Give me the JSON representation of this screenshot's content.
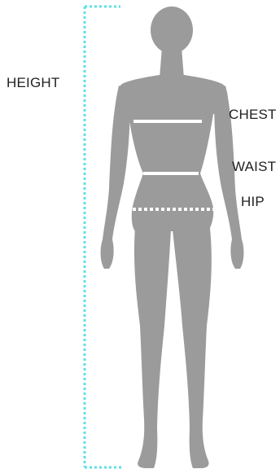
{
  "labels": {
    "height": "HEIGHT",
    "chest": "CHEST",
    "waist": "WAIST",
    "hip": "HIP"
  },
  "colors": {
    "silhouette": "#9b9b9b",
    "measure_line": "#ffffff",
    "height_bracket": "#5ee0e8",
    "text": "#222222"
  },
  "icons": {
    "figure": "female-body-silhouette"
  }
}
